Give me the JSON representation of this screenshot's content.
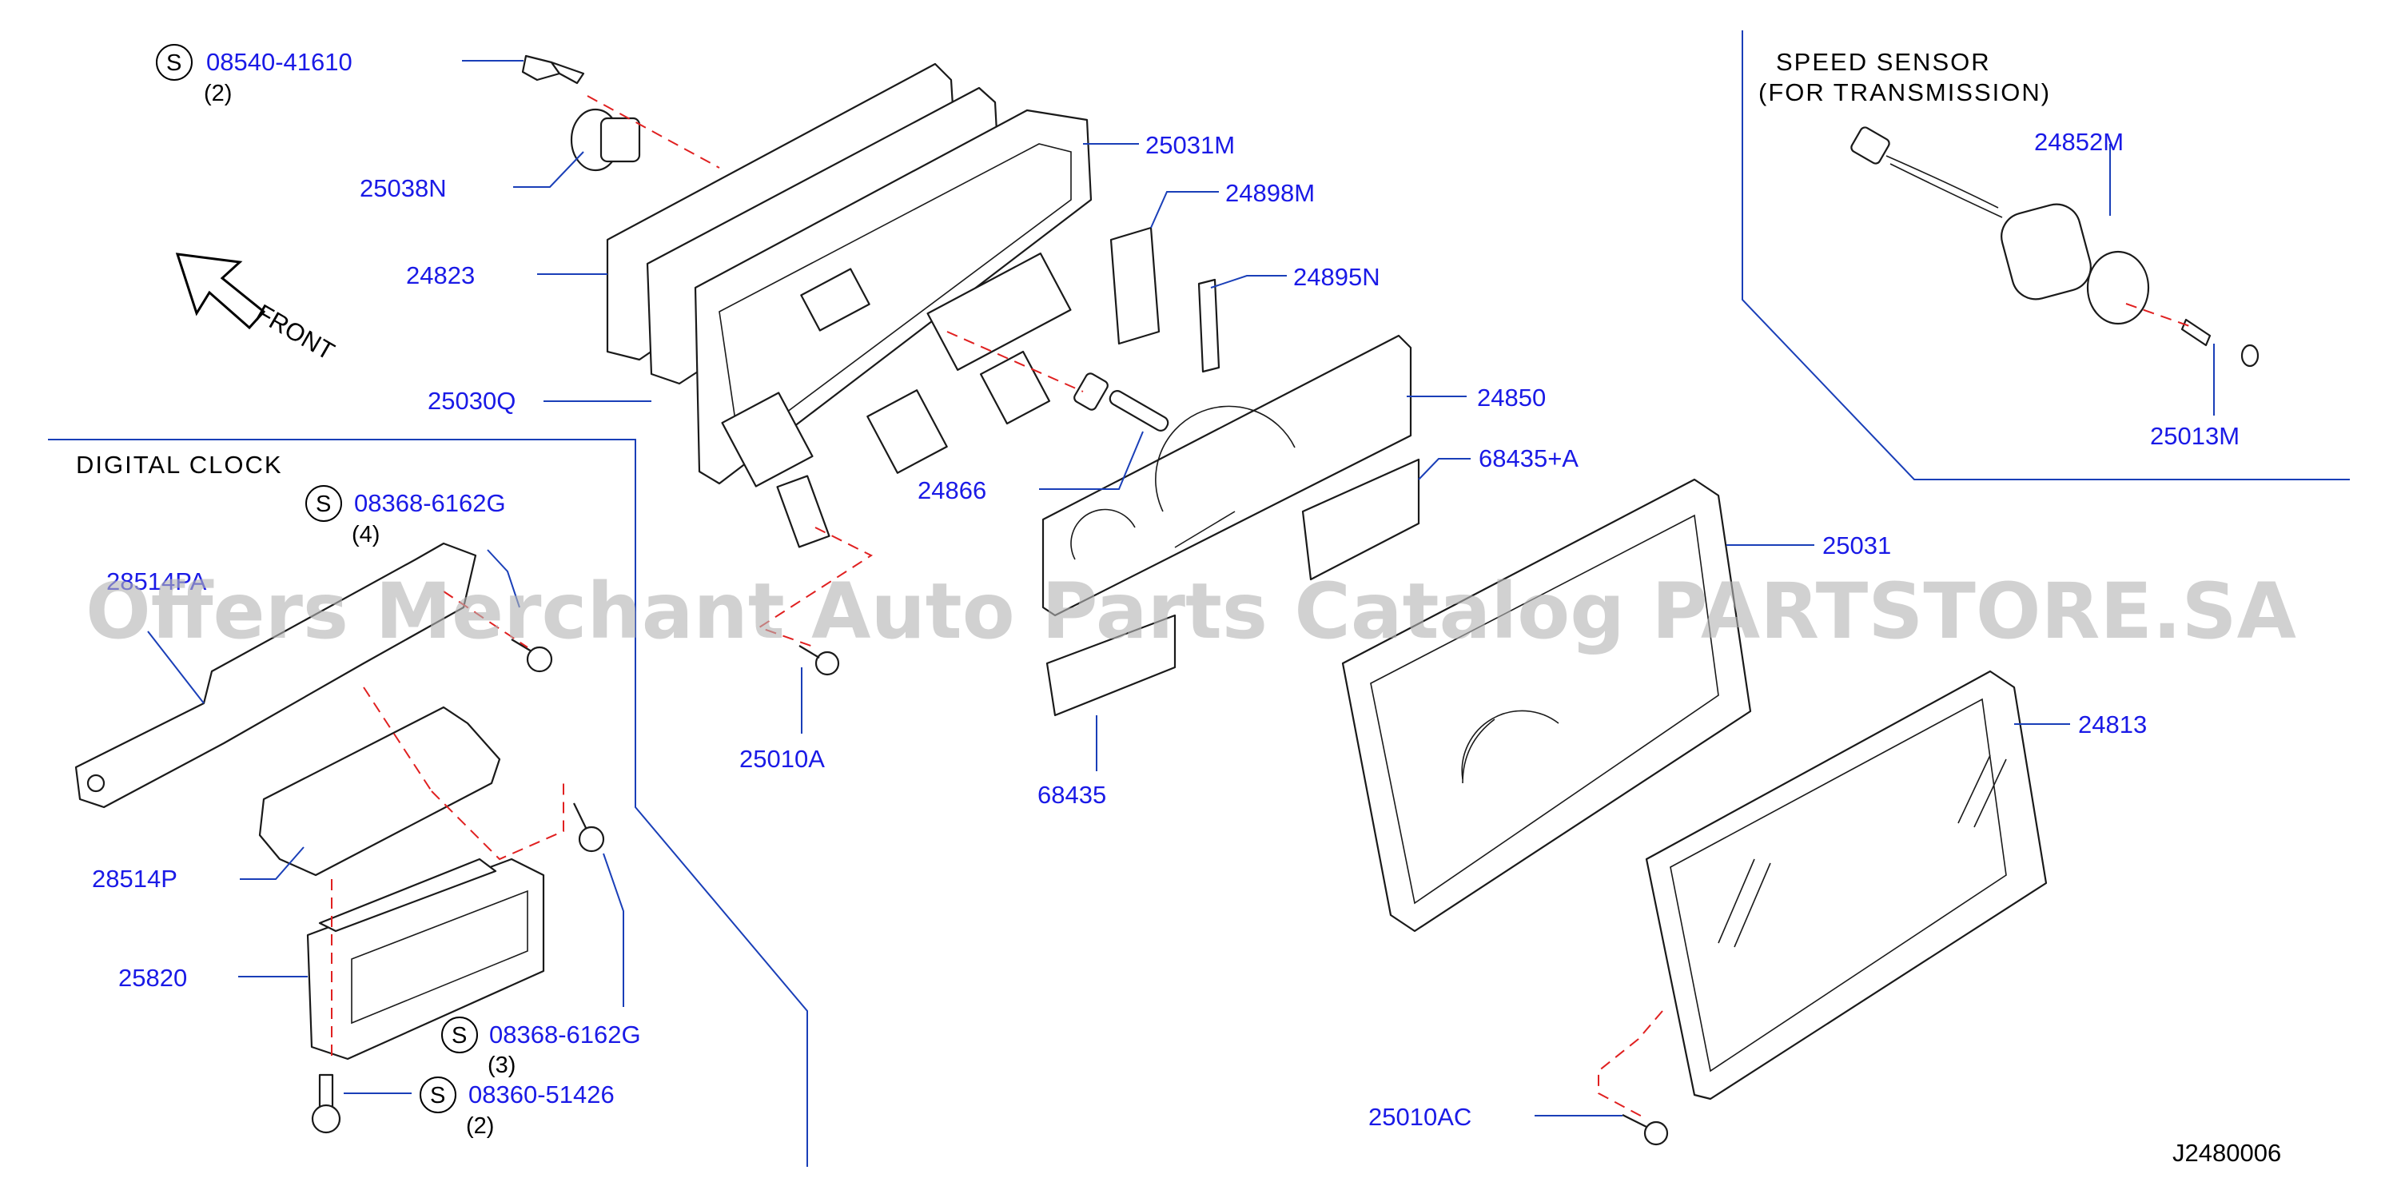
{
  "callouts": {
    "c1": {
      "part": "08540-41610",
      "qty": "(2)",
      "std": "S"
    },
    "c2": {
      "part": "25038N"
    },
    "c3": {
      "part": "24823"
    },
    "c4": {
      "part": "25030Q"
    },
    "c5": {
      "part": "25031M"
    },
    "c6": {
      "part": "24898M"
    },
    "c7": {
      "part": "24895N"
    },
    "c8": {
      "part": "24850"
    },
    "c9": {
      "part": "24866"
    },
    "c10": {
      "part": "68435+A"
    },
    "c11": {
      "part": "25010A"
    },
    "c12": {
      "part": "68435"
    },
    "c13": {
      "part": "25031"
    },
    "c14": {
      "part": "24813"
    },
    "c15": {
      "part": "25010AC"
    },
    "c16": {
      "part": "08368-6162G",
      "qty": "(4)",
      "std": "S"
    },
    "c17": {
      "part": "28514PA"
    },
    "c18": {
      "part": "28514P"
    },
    "c19": {
      "part": "25820"
    },
    "c20": {
      "part": "08368-6162G",
      "qty": "(3)",
      "std": "S"
    },
    "c21": {
      "part": "08360-51426",
      "qty": "(2)",
      "std": "S"
    },
    "c22": {
      "part": "24852M"
    },
    "c23": {
      "part": "25013M"
    }
  },
  "sections": {
    "speed_sensor_line1": "SPEED  SENSOR",
    "speed_sensor_line2": "(FOR  TRANSMISSION)",
    "digital_clock": "DIGITAL  CLOCK"
  },
  "front_label": "FRONT",
  "drawing_ref": "J2480006",
  "watermark": "Offers Merchant Auto Parts Catalog PARTSTORE.SA",
  "colors": {
    "part_number": "#1a1ae6",
    "leader_line": "#1a3fb8",
    "dashed_guide": "#e02020",
    "outline": "#1a1a1a",
    "watermark": "#b4b4b4"
  }
}
